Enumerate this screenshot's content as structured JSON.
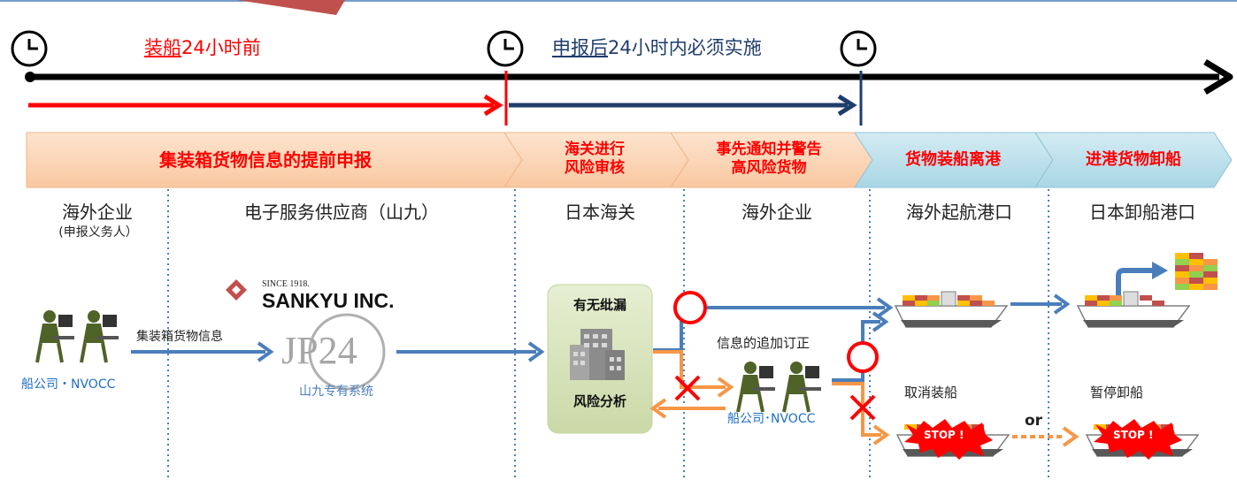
{
  "timeline": {
    "label_before_loading": [
      "装船",
      "24小时前"
    ],
    "label_after_filing": [
      "申报后",
      "24小时内必须实施"
    ]
  },
  "phases": [
    "集装箱货物信息的提前申报",
    [
      "海关进行",
      "风险审核"
    ],
    [
      "事先通知并警告",
      "高风险货物"
    ],
    "货物装船离港",
    "进港货物卸船"
  ],
  "columns": {
    "overseas_company": "海外企业",
    "overseas_company_sub": "(申报义务人）",
    "provider": "电子服务供应商（山九）",
    "japan_customs": "日本海关",
    "overseas_company_2": "海外企业",
    "departure_port": "海外起航港口",
    "unloading_port": "日本卸船港口"
  },
  "labels": {
    "carrier": "船公司・NVOCC",
    "cargo_info": "集装箱货物信息",
    "since": "SINCE 1918.",
    "sankyu": "SANKYU INC.",
    "jp24": "JP24",
    "system": "山九专有系统",
    "risk_top": "有无纰漏",
    "risk_bottom": "风险分析",
    "correction": "信息的追加订正",
    "carrier_2": "船公司･NVOCC",
    "cancel_loading": "取消装船",
    "suspend_unloading": "暂停卸船",
    "or": "or",
    "stop": "STOP !"
  },
  "colors": {
    "red": "#ff0000",
    "navy": "#1f3d6b",
    "steel_blue": "#4a7ebb",
    "orange": "#f79646",
    "phase_orange": "#fcd5b4",
    "phase_blue": "#b7dde8",
    "risk_box": "#d7e4bd"
  }
}
